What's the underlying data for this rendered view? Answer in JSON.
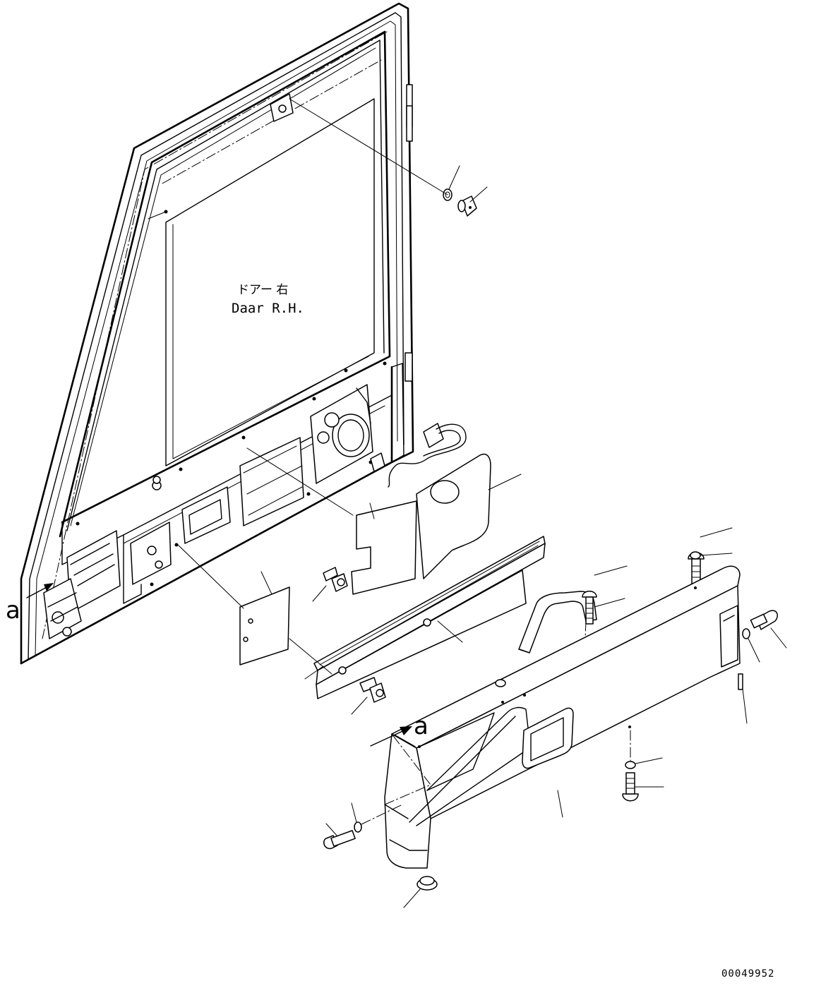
{
  "title_jp": "ドアー 右",
  "title_en": "Daar R.H.",
  "view_label": "a",
  "drawing_number": "00049952"
}
